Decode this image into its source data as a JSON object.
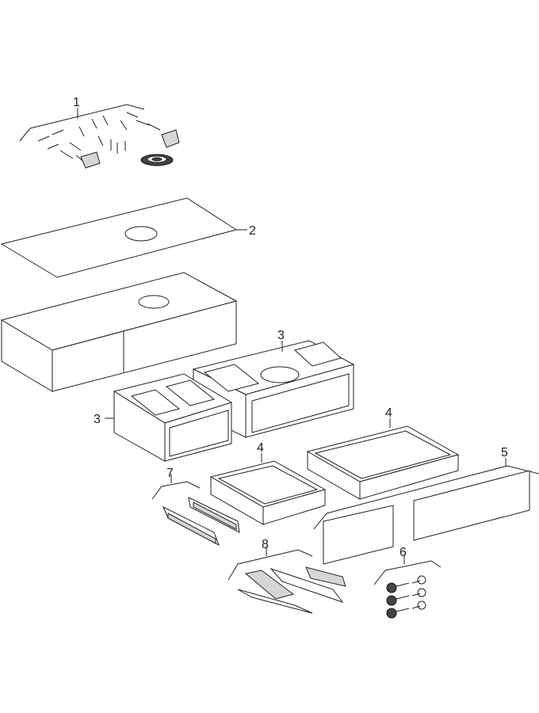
{
  "diagram": {
    "callouts": [
      {
        "id": "c1",
        "label": "1"
      },
      {
        "id": "c2",
        "label": "2"
      },
      {
        "id": "c3a",
        "label": "3"
      },
      {
        "id": "c3b",
        "label": "3"
      },
      {
        "id": "c4a",
        "label": "4"
      },
      {
        "id": "c4b",
        "label": "4"
      },
      {
        "id": "c5",
        "label": "5"
      },
      {
        "id": "c6",
        "label": "6"
      },
      {
        "id": "c7",
        "label": "7"
      },
      {
        "id": "c8",
        "label": "8"
      }
    ]
  }
}
